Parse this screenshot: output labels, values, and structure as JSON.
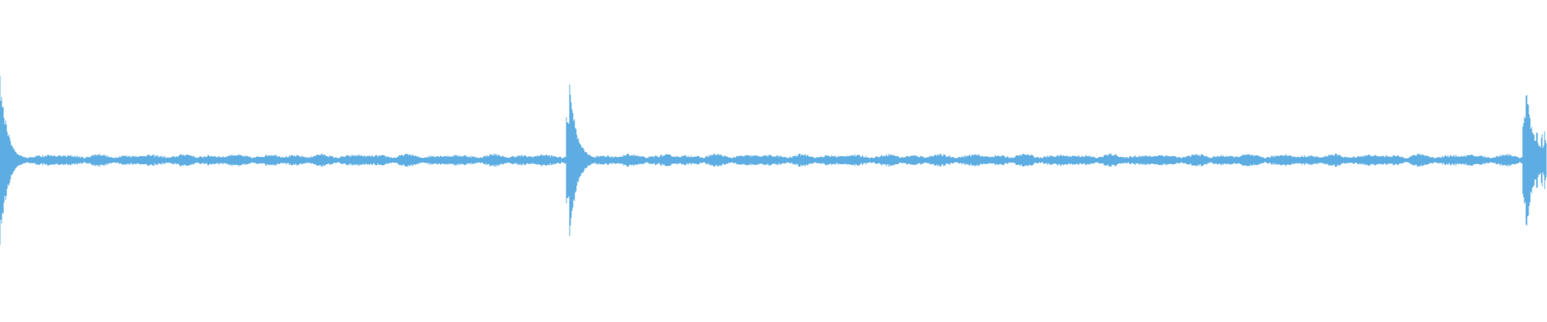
{
  "waveform": {
    "color": "#5DADE2",
    "background": "#ffffff",
    "duration_fraction_transients": [
      0.0,
      0.368,
      0.986
    ],
    "baseline_amplitude": 0.035,
    "transient_amplitude": 0.74
  }
}
